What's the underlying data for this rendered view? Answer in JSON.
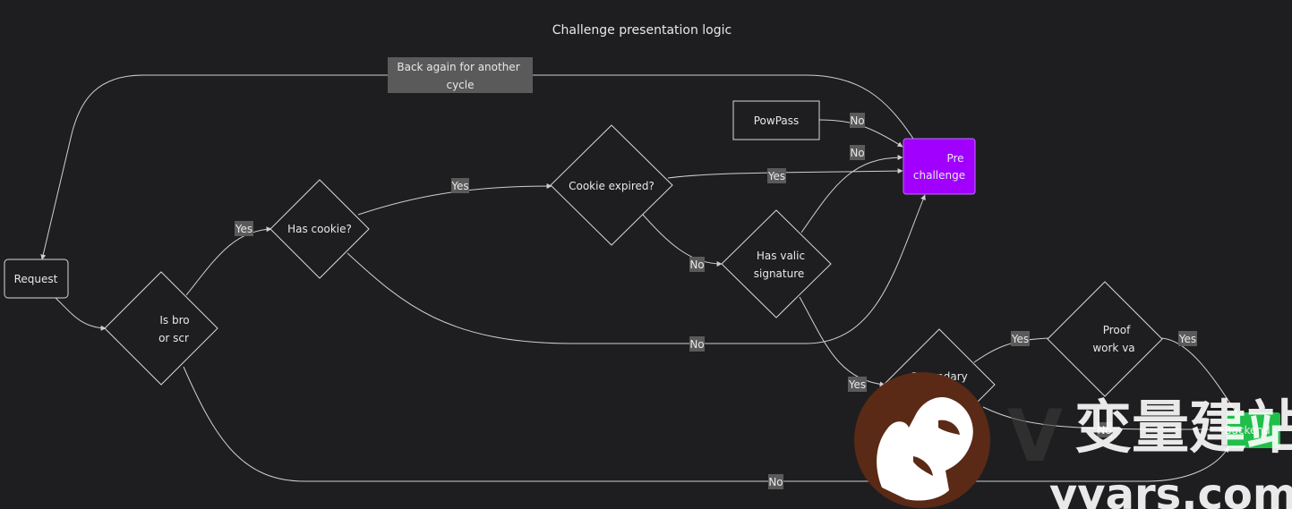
{
  "title": "Challenge presentation logic",
  "colors": {
    "background": "#1e1e20",
    "line": "#cfcfcf",
    "present_node": "#a100ff",
    "backend_node": "#1fbf4a",
    "label_bg": "#5a5a5a"
  },
  "nodes": {
    "request": "Request",
    "browser_check": [
      "Is bro",
      "or scr"
    ],
    "has_cookie": "Has cookie?",
    "cookie_expired": "Cookie expired?",
    "valid_signature": [
      "Has valic",
      "signature"
    ],
    "powpass": "PowPass",
    "present_challenge": [
      "Pre",
      "challenge"
    ],
    "secondary": "Secondary",
    "proof_of_work": [
      "Proof",
      "work va"
    ],
    "backend": "Backend",
    "back_again": [
      "Back again for another",
      "cycle"
    ]
  },
  "edge_labels": {
    "yes_browser_cookie": "Yes",
    "yes_cookie_expired": "Yes",
    "yes_expired_present": "Yes",
    "no_expired_signature": "No",
    "no_powpass": "No",
    "no_signature_present": "No",
    "no_cookie_present": "No",
    "yes_signature_secondary": "Yes",
    "yes_secondary_proof": "Yes",
    "yes_proof_backend": "Yes",
    "no_secondary": "No",
    "no_browser_backend": "No"
  },
  "watermark": {
    "logo": "gorilla-logo",
    "text_cn": "变量建站",
    "text_latin": "V",
    "domain": "yvars.com"
  }
}
